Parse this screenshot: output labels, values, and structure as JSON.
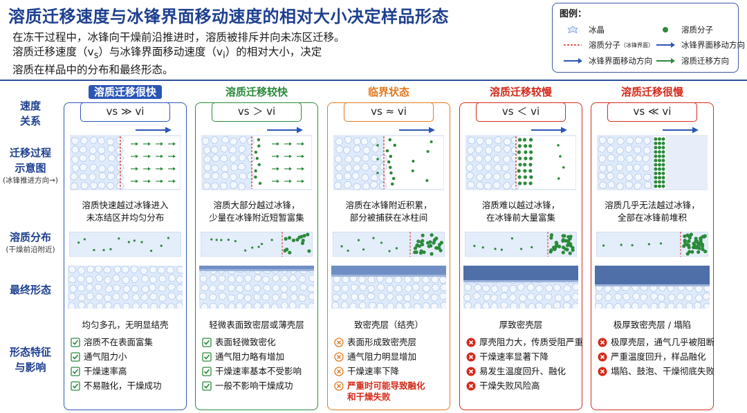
{
  "title": "溶质迁移速度与冰锋界面移动速度的相对大小决定样品形态",
  "intro": [
    "在冻干过程中，冰锋向干燥前沿推进时，溶质被排斥并向未冻区迁移。",
    "溶质迁移速度（vs）与冰锋界面移动速度（vi）的相对大小，决定",
    "溶质在样品中的分布和最终形态。"
  ],
  "legend": {
    "title": "图例：",
    "ice": "冰晶",
    "solute": "溶质分子",
    "interface": "溶质分子",
    "interface_small": "（冰锋界面）",
    "ice_move_right": "冰锋界面移动方向",
    "ice_move": "冰锋界面移动方向",
    "solute_move": "溶质迁移方向"
  },
  "row_labels": {
    "speed": "速度\n关系",
    "process": "迁移过程\n示意图",
    "process_sub": "(冰锋推进方向→)",
    "distribution": "溶质分布",
    "distribution_sub": "(干燥前沿附近)",
    "final": "最终形态",
    "features": "形态特征\n与影响"
  },
  "columns": [
    {
      "heading": "溶质迁移很快",
      "relation": "vs ≫ vi",
      "process_desc": [
        "溶质快速越过冰锋进入",
        "未冻结区并均匀分布"
      ],
      "final_caption": "均匀多孔，无明显结壳",
      "features": [
        "溶质不在表面富集",
        "通气阻力小",
        "干燥速率高",
        "不易融化，干燥成功"
      ]
    },
    {
      "heading": "溶质迁移较快",
      "relation": "vs ＞ vi",
      "process_desc": [
        "溶质大部分越过冰锋，",
        "少量在冰锋附近短暂富集"
      ],
      "final_caption": "轻微表面致密层或薄壳层",
      "features": [
        "表面轻微致密化",
        "通气阻力略有增加",
        "干燥速率基本不受影响",
        "一般不影响干燥成功"
      ]
    },
    {
      "heading": "临界状态",
      "relation": "vs ≈ vi",
      "process_desc": [
        "溶质在冰锋附近积累，",
        "部分被捕获在冰柱间"
      ],
      "final_caption": "致密壳层（结壳）",
      "features": [
        "表面形成致密壳层",
        "通气阻力明显增加",
        "干燥速率下降",
        "严重时可能导致融化\n和干燥失败"
      ]
    },
    {
      "heading": "溶质迁移较慢",
      "relation": "vs ＜ vi",
      "process_desc": [
        "溶质难以越过冰锋，",
        "在冰锋前大量富集"
      ],
      "final_caption": "厚致密壳层",
      "features": [
        "厚壳阻力大，传质受阻严重",
        "干燥速率显著下降",
        "易发生温度回升、融化",
        "干燥失败风险高"
      ]
    },
    {
      "heading": "溶质迁移很慢",
      "relation": "vs ≪ vi",
      "process_desc": [
        "溶质几乎无法越过冰锋，",
        "全部在冰锋前堆积"
      ],
      "final_caption": "极厚致密壳层 / 塌陷",
      "features": [
        "极厚壳层，通气几乎被阻断",
        "严重温度回升，样品融化",
        "塌陷、鼓泡、干燥彻底失败"
      ]
    }
  ],
  "colors": {
    "blue": "#2b56b5",
    "green": "#2a8a3a",
    "orange": "#e07a1f",
    "red": "#d42a1a",
    "title_blue": "#1d3f8f"
  }
}
